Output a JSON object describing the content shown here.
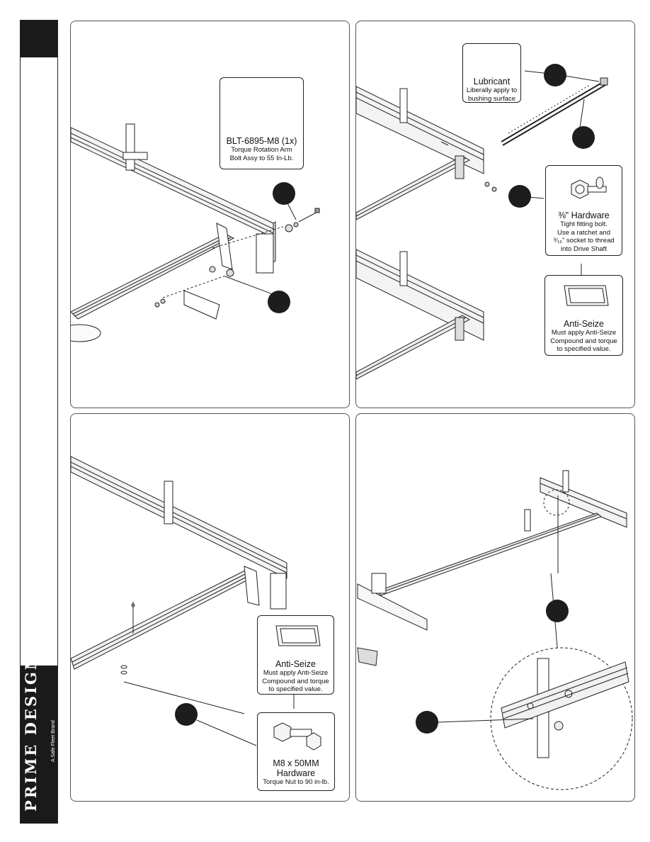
{
  "brand": {
    "name": "PRIME DESIGN",
    "tagline": "A Safe Fleet Brand"
  },
  "panels": {
    "p1": {
      "callout": {
        "title": "BLT-6895-M8 (1x)",
        "lines": [
          "Torque Rotation Arm",
          "Bolt Assy to 55 In-Lb."
        ]
      }
    },
    "p2": {
      "lubricant": {
        "title": "Lubricant",
        "lines": [
          "Liberally apply to",
          "bushing surface"
        ]
      },
      "hardware": {
        "title": "⅜\" Hardware",
        "lines": [
          "Tight fitting bolt.",
          "Use a ratchet and",
          "⁹⁄₁₆\" socket to thread",
          "into Drive Shaft"
        ]
      },
      "antiseize": {
        "title": "Anti-Seize",
        "lines": [
          "Must apply Anti-Seize",
          "Compound and torque",
          "to specified value."
        ]
      }
    },
    "p3": {
      "antiseize": {
        "title": "Anti-Seize",
        "lines": [
          "Must apply Anti-Seize",
          "Compound and torque",
          "to specified value."
        ]
      },
      "hardware": {
        "title": "M8 x 50MM",
        "title2": "Hardware",
        "lines": [
          "Torque Nut to 90 in-lb."
        ]
      }
    }
  }
}
